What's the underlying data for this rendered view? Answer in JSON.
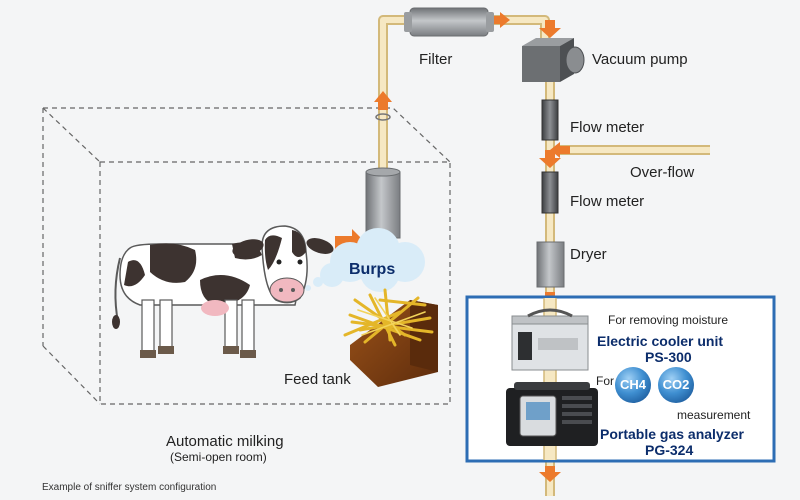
{
  "labels": {
    "filter": "Filter",
    "vacuum_pump": "Vacuum pump",
    "flow_meter_1": "Flow meter",
    "over_flow": "Over-flow",
    "flow_meter_2": "Flow meter",
    "dryer": "Dryer",
    "burps": "Burps",
    "feed_tank": "Feed tank",
    "automatic_milking": "Automatic milking",
    "semi_open_room": "(Semi-open room)",
    "for_removing_moisture": "For removing moisture",
    "electric_cooler_unit": "Electric cooler unit",
    "ps_model": "PS-300",
    "for": "For",
    "ch4": "CH4",
    "co2": "CO2",
    "measurement": "measurement",
    "portable_gas_analyzer": "Portable gas analyzer",
    "pg_model": "PG-324"
  },
  "caption": "Example of sniffer system configuration",
  "colors": {
    "pipe_fill": "#f6e8c3",
    "pipe_stroke": "#d3b97a",
    "arrow": "#ec7a2c",
    "device_gray": "#8a8d90",
    "box_border": "#2d6db4",
    "title_blue": "#0c2d6b",
    "gas_bubble": "#3f8fd1",
    "feed_brown": "#7a3d13"
  },
  "icons": [
    "cow-icon",
    "hay-icon",
    "cooler-unit-icon",
    "gas-analyzer-icon",
    "burp-cloud-icon"
  ]
}
